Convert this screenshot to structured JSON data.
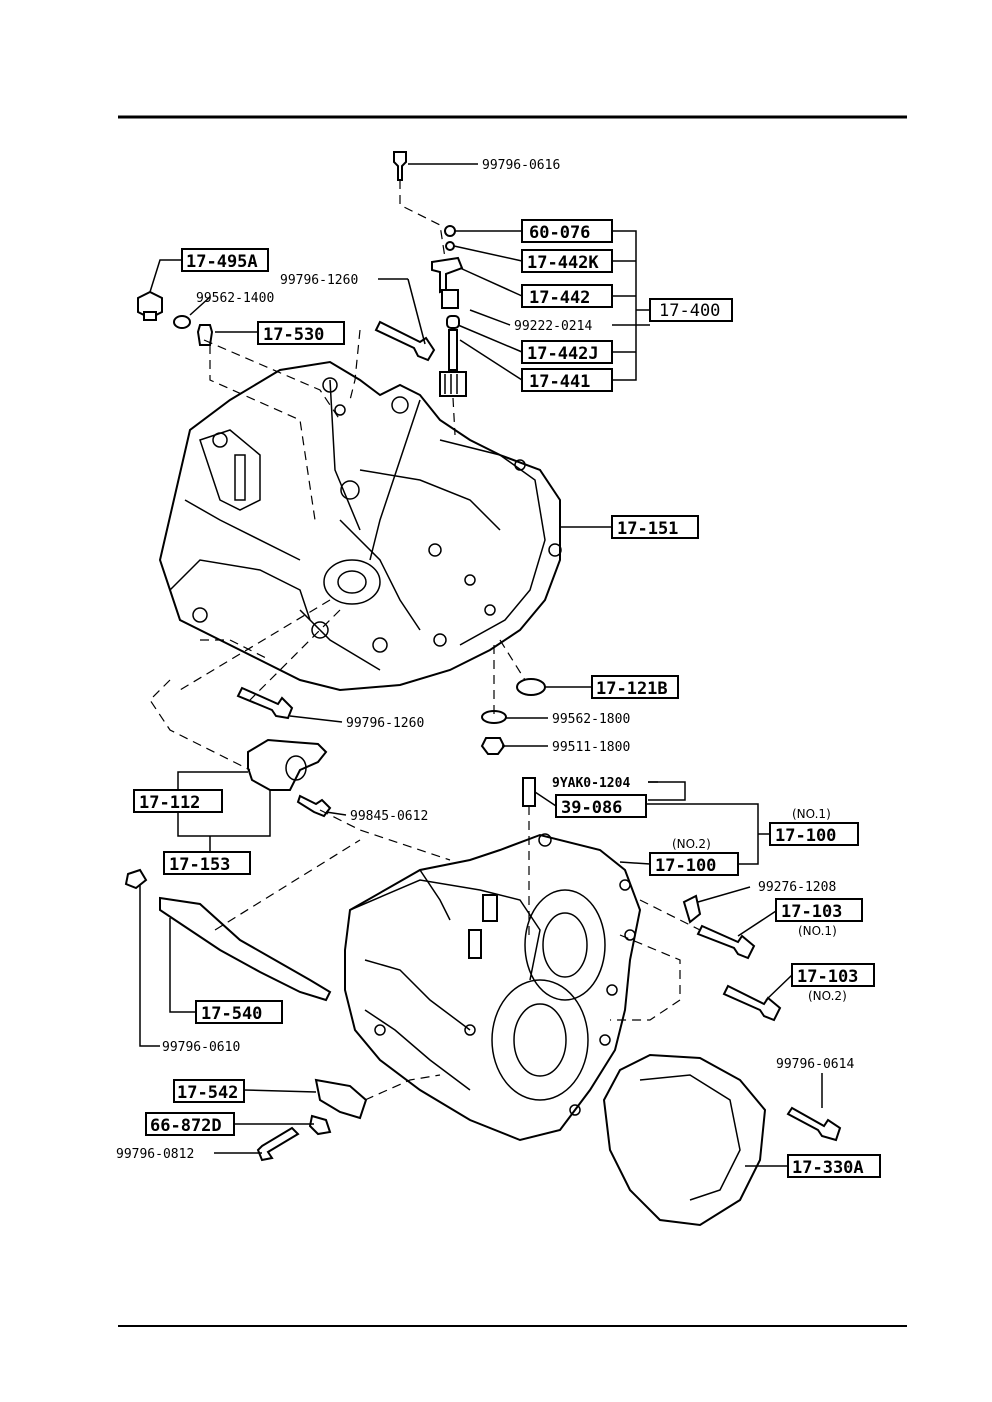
{
  "boxed_labels": {
    "p17_495A": "17-495A",
    "p17_530": "17-530",
    "p60_076": "60-076",
    "p17_442K": "17-442K",
    "p17_442": "17-442",
    "p17_400": "17-400",
    "p17_442J": "17-442J",
    "p17_441": "17-441",
    "p17_151": "17-151",
    "p17_121B": "17-121B",
    "p17_112": "17-112",
    "p17_153": "17-153",
    "p39_086": "39-086",
    "p17_100_no1": "17-100",
    "p17_100_no2": "17-100",
    "p17_103_no1": "17-103",
    "p17_103_no2": "17-103",
    "p17_540": "17-540",
    "p17_542": "17-542",
    "p66_872D": "66-872D",
    "p17_330A": "17-330A"
  },
  "plain_labels": {
    "n99796_0616": "99796-0616",
    "n99796_1260_top": "99796-1260",
    "n99562_1400": "99562-1400",
    "n99222_0214": "99222-0214",
    "n99796_1260_mid": "99796-1260",
    "n99562_1800": "99562-1800",
    "n99511_1800": "99511-1800",
    "n9YAK0_1204": "9YAK0-1204",
    "n99845_0612": "99845-0612",
    "n99276_1208": "99276-1208",
    "n99796_0610": "99796-0610",
    "n99796_0614": "99796-0614",
    "n99796_0812": "99796-0812"
  },
  "notes": {
    "no1_a": "(NO.1)",
    "no2_a": "(NO.2)",
    "no1_b": "(NO.1)",
    "no2_b": "(NO.2)"
  }
}
